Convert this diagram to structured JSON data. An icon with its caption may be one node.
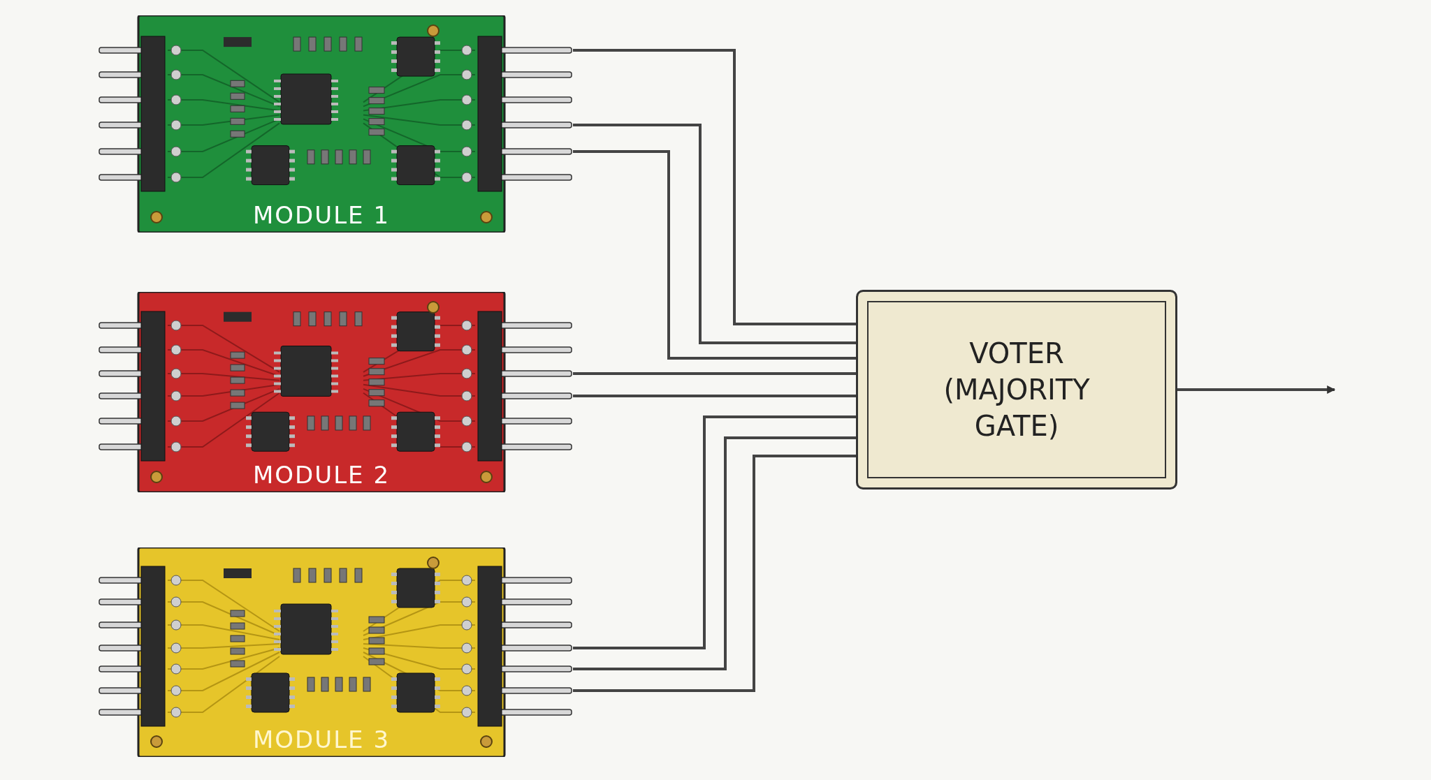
{
  "diagram": {
    "nodes": [
      {
        "text": [
          "MODULE 1"
        ]
      },
      {
        "text": [
          "MODULE 2"
        ]
      },
      {
        "text": [
          "MODULE 3"
        ]
      },
      {
        "text": [
          "VOTER (MAJORITY GATE)"
        ]
      }
    ],
    "edges": [
      {
        "from": 0,
        "to": 3,
        "arrow": "none"
      },
      {
        "from": 0,
        "to": 3,
        "arrow": "none"
      },
      {
        "from": 0,
        "to": 3,
        "arrow": "none"
      },
      {
        "from": 1,
        "to": 3,
        "arrow": "none"
      },
      {
        "from": 1,
        "to": 3,
        "arrow": "none"
      },
      {
        "from": 2,
        "to": 3,
        "arrow": "none"
      },
      {
        "from": 2,
        "to": 3,
        "arrow": "none"
      },
      {
        "from": 2,
        "to": 3,
        "arrow": "none"
      },
      {
        "from": 3,
        "to": null,
        "arrow": "to"
      }
    ]
  }
}
